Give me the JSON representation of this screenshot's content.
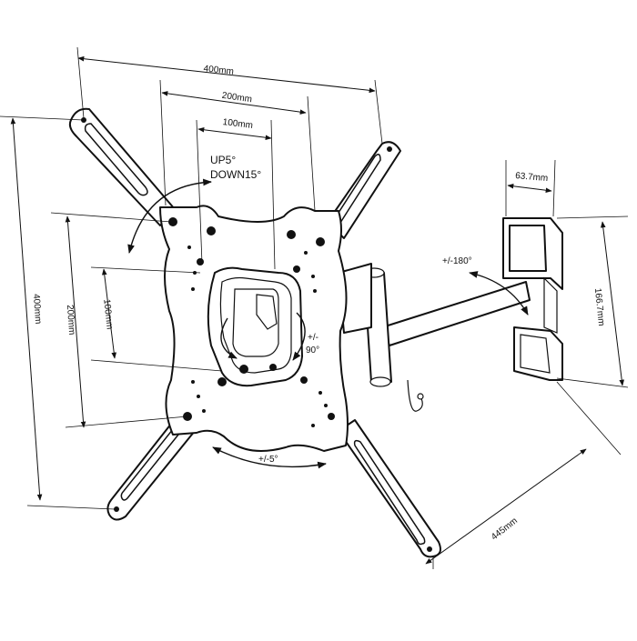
{
  "labels": {
    "width_400": "400mm",
    "width_200": "200mm",
    "width_100": "100mm",
    "height_400": "400mm",
    "height_200": "200mm",
    "height_100": "100mm",
    "tilt_up": "UP5°",
    "tilt_down": "DOWN15°",
    "swivel": "+/-180°",
    "rotate_top": "+/-",
    "rotate_bottom": "90°",
    "level": "+/-5°",
    "wall_plate_width": "63.7mm",
    "wall_plate_height": "166.7mm",
    "extension": "445mm"
  },
  "icons": [
    "dimension-arrow",
    "rotation-arrow"
  ]
}
